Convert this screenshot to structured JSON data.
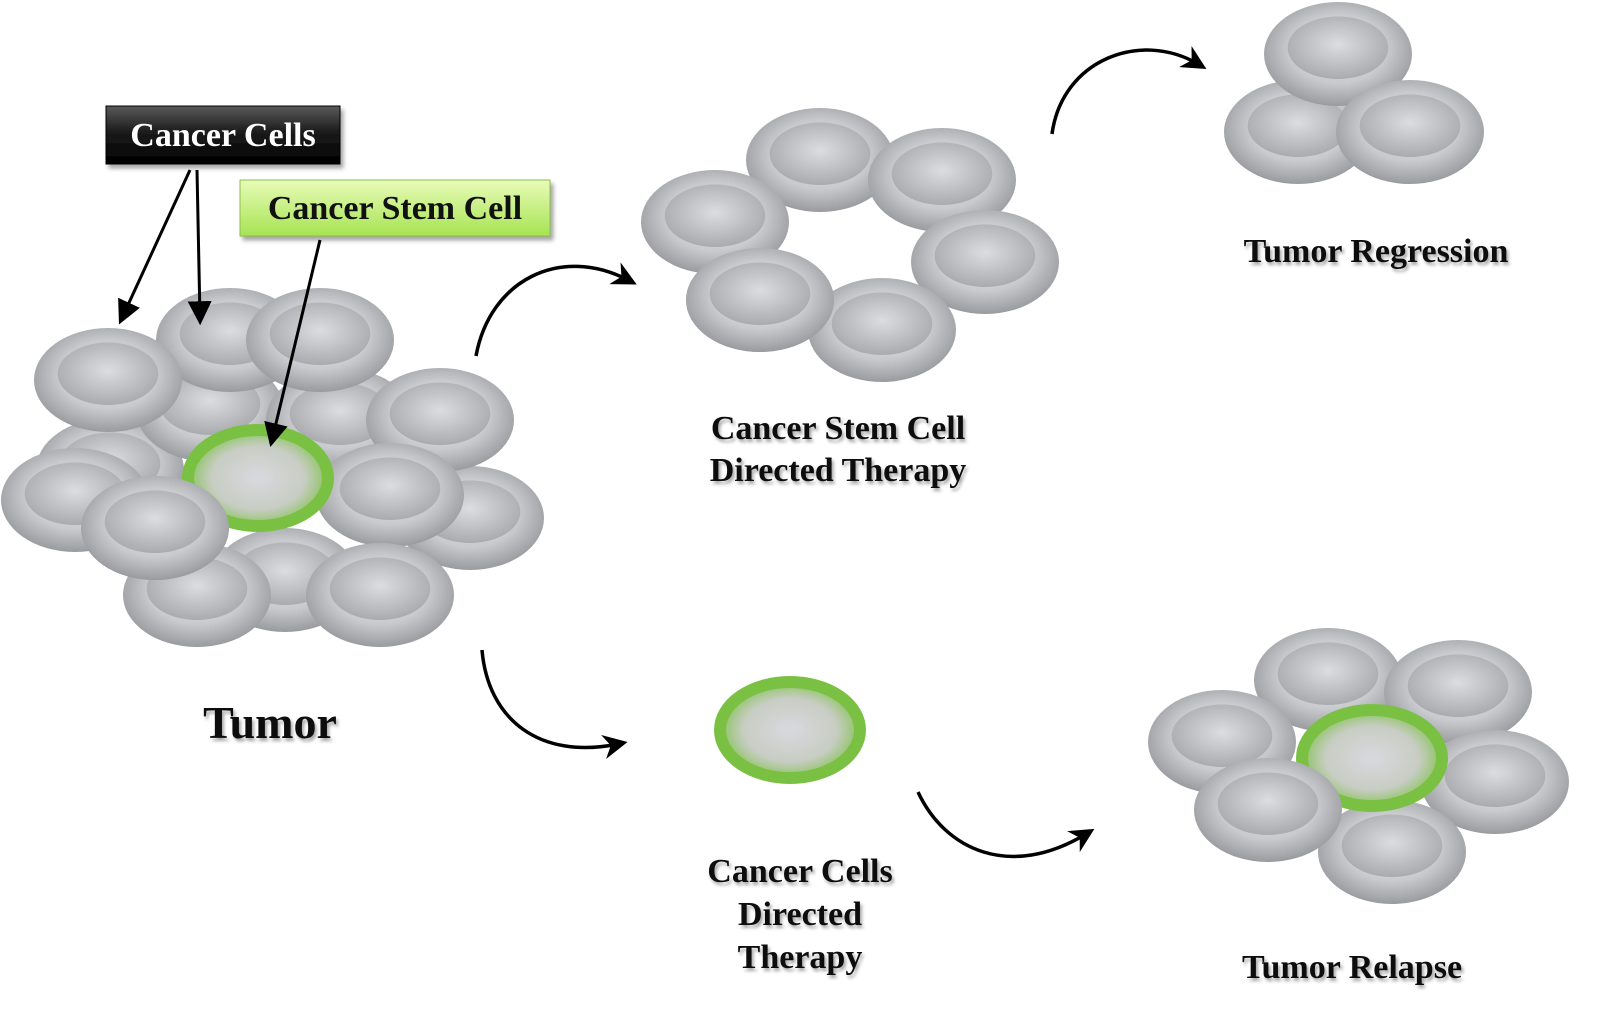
{
  "labels": {
    "cancer_cells": "Cancer Cells",
    "cancer_stem_cell": "Cancer Stem Cell",
    "tumor": "Tumor",
    "csc_therapy_line1": "Cancer Stem Cell",
    "csc_therapy_line2": "Directed Therapy",
    "tumor_regression": "Tumor Regression",
    "cc_therapy_line1": "Cancer Cells",
    "cc_therapy_line2": "Directed",
    "cc_therapy_line3": "Therapy",
    "tumor_relapse": "Tumor Relapse"
  },
  "colors": {
    "cell_gray": "#b9bbbf",
    "cell_light": "#e6e7ea",
    "stem_green": "#7ac143",
    "label_box_dark": "#1a1a1a",
    "label_box_green": "#c8f07a",
    "arrow": "#000000"
  }
}
